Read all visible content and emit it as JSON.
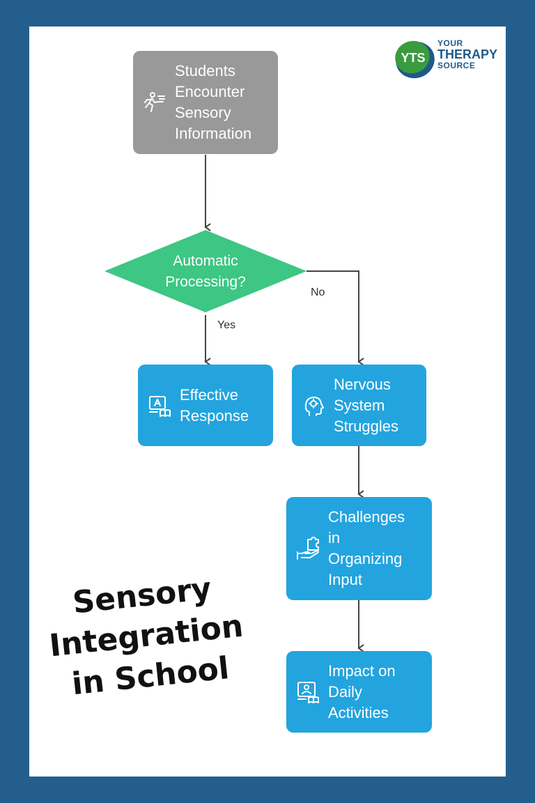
{
  "flowchart": {
    "start": {
      "label": "Students\nEncounter\nSensory\nInformation",
      "icon": "running-person-icon"
    },
    "decision": {
      "label": "Automatic\nProcessing?"
    },
    "edges": {
      "yes_label": "Yes",
      "no_label": "No"
    },
    "effective": {
      "label": "Effective\nResponse",
      "icon": "reading-screen-icon"
    },
    "nervous": {
      "label": "Nervous\nSystem\nStruggles",
      "icon": "head-brain-icon"
    },
    "challenges": {
      "label": "Challenges\nin\nOrganizing\nInput",
      "icon": "hand-puzzle-icon"
    },
    "impact": {
      "label": "Impact on\nDaily\nActivities",
      "icon": "person-board-icon"
    }
  },
  "caption": {
    "text": "Sensory Integration in School"
  },
  "logo": {
    "badge": "YTS",
    "line1": "YOUR",
    "line2": "THERAPY",
    "line3": "SOURCE"
  },
  "colors": {
    "frame": "#245e8c",
    "start_box": "#999999",
    "decision": "#3dc684",
    "process_box": "#23a4de",
    "connector": "#444444",
    "logo_green": "#3a9b3f",
    "logo_blue": "#1e5a8a"
  }
}
